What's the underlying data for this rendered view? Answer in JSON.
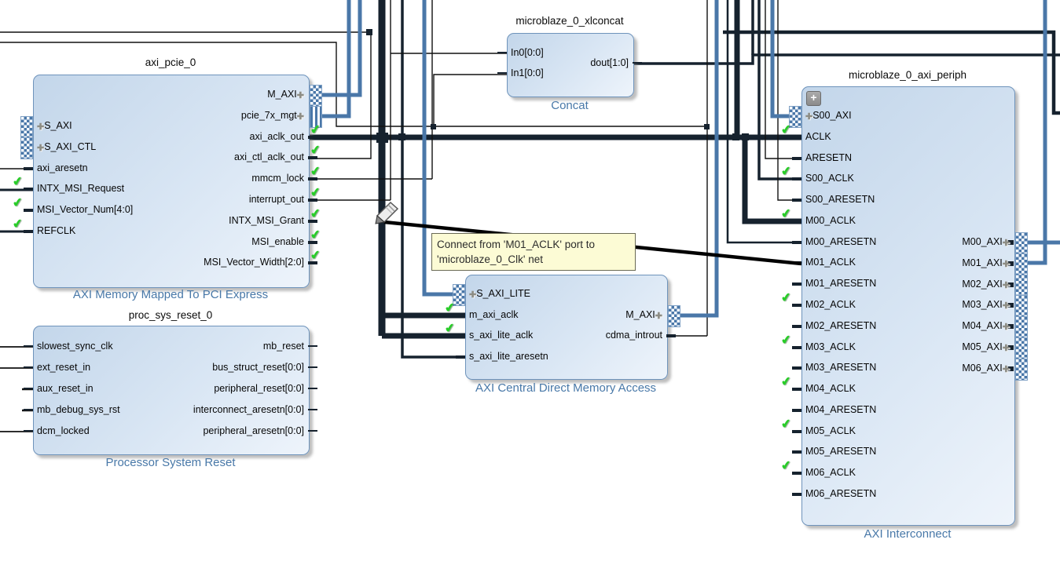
{
  "colors": {
    "block_fill_top": "#c3d6ea",
    "block_fill_bottom": "#eef4fb",
    "block_border": "#6e93bb",
    "subtitle_text": "#4878a8",
    "wire_dark": "#16222e",
    "wire_blue": "#4a77a8",
    "check_green": "#28cd28",
    "tooltip_bg": "#fcfbd5",
    "canvas_bg": "#ffffff"
  },
  "tooltip": {
    "line1": "Connect from 'M01_ACLK' port to",
    "line2": "'microblaze_0_Clk' net"
  },
  "icons": {
    "pencil_cursor": "pencil-cursor",
    "interface_plus": "plus",
    "expand_button_label": "+",
    "crossbar": "axi-crossbar"
  },
  "blocks": {
    "axi_pcie_0": {
      "title": "axi_pcie_0",
      "subtitle": "AXI Memory Mapped To PCI Express",
      "left_ports": [
        {
          "label": "S_AXI",
          "plus": true,
          "connector": "checker"
        },
        {
          "label": "S_AXI_CTL",
          "plus": true,
          "connector": "checker"
        },
        {
          "label": "axi_aresetn"
        },
        {
          "label": "INTX_MSI_Request",
          "check": true
        },
        {
          "label": "MSI_Vector_Num[4:0]",
          "check": true
        },
        {
          "label": "REFCLK",
          "check": true
        }
      ],
      "right_ports": [
        {
          "label": "M_AXI",
          "plus": true,
          "connector": "checker"
        },
        {
          "label": "pcie_7x_mgt",
          "plus": true,
          "connector": "stripes"
        },
        {
          "label": "axi_aclk_out",
          "check": true
        },
        {
          "label": "axi_ctl_aclk_out",
          "check": true
        },
        {
          "label": "mmcm_lock",
          "check": true
        },
        {
          "label": "interrupt_out",
          "check": true
        },
        {
          "label": "INTX_MSI_Grant",
          "check": true
        },
        {
          "label": "MSI_enable",
          "check": true
        },
        {
          "label": "MSI_Vector_Width[2:0]",
          "check": true
        }
      ]
    },
    "proc_sys_reset_0": {
      "title": "proc_sys_reset_0",
      "subtitle": "Processor System Reset",
      "left_ports": [
        {
          "label": "slowest_sync_clk"
        },
        {
          "label": "ext_reset_in"
        },
        {
          "label": "aux_reset_in"
        },
        {
          "label": "mb_debug_sys_rst"
        },
        {
          "label": "dcm_locked"
        }
      ],
      "right_ports": [
        {
          "label": "mb_reset"
        },
        {
          "label": "bus_struct_reset[0:0]"
        },
        {
          "label": "peripheral_reset[0:0]"
        },
        {
          "label": "interconnect_aresetn[0:0]"
        },
        {
          "label": "peripheral_aresetn[0:0]"
        }
      ]
    },
    "microblaze_0_xlconcat": {
      "title": "microblaze_0_xlconcat",
      "subtitle": "Concat",
      "left_ports": [
        {
          "label": "In0[0:0]"
        },
        {
          "label": "In1[0:0]"
        }
      ],
      "right_ports": [
        {
          "label": "dout[1:0]"
        }
      ]
    },
    "axi_cdma": {
      "title": "",
      "subtitle": "AXI Central Direct Memory Access",
      "left_ports": [
        {
          "label": "S_AXI_LITE",
          "plus": true,
          "connector": "checker"
        },
        {
          "label": "m_axi_aclk",
          "check": true
        },
        {
          "label": "s_axi_lite_aclk",
          "check": true
        },
        {
          "label": "s_axi_lite_aresetn"
        }
      ],
      "right_ports": [
        {
          "label": "M_AXI",
          "plus": true,
          "connector": "checker"
        },
        {
          "label": "cdma_introut"
        }
      ]
    },
    "microblaze_0_axi_periph": {
      "title": "microblaze_0_axi_periph",
      "subtitle": "AXI Interconnect",
      "expand_button": "+",
      "left_ports": [
        {
          "label": "S00_AXI",
          "plus": true,
          "connector": "checker"
        },
        {
          "label": "ACLK",
          "check": true
        },
        {
          "label": "ARESETN"
        },
        {
          "label": "S00_ACLK",
          "check": true
        },
        {
          "label": "S00_ARESETN"
        },
        {
          "label": "M00_ACLK",
          "check": true
        },
        {
          "label": "M00_ARESETN"
        },
        {
          "label": "M01_ACLK"
        },
        {
          "label": "M01_ARESETN"
        },
        {
          "label": "M02_ACLK",
          "check": true
        },
        {
          "label": "M02_ARESETN"
        },
        {
          "label": "M03_ACLK",
          "check": true
        },
        {
          "label": "M03_ARESETN"
        },
        {
          "label": "M04_ACLK",
          "check": true
        },
        {
          "label": "M04_ARESETN"
        },
        {
          "label": "M05_ACLK",
          "check": true
        },
        {
          "label": "M05_ARESETN"
        },
        {
          "label": "M06_ACLK",
          "check": true
        },
        {
          "label": "M06_ARESETN"
        }
      ],
      "right_ports": [
        {
          "label": "M00_AXI",
          "plus": true,
          "connector": "checker"
        },
        {
          "label": "M01_AXI",
          "plus": true,
          "connector": "checker"
        },
        {
          "label": "M02_AXI",
          "plus": true,
          "connector": "checker"
        },
        {
          "label": "M03_AXI",
          "plus": true,
          "connector": "checker"
        },
        {
          "label": "M04_AXI",
          "plus": true,
          "connector": "checker"
        },
        {
          "label": "M05_AXI",
          "plus": true,
          "connector": "checker"
        },
        {
          "label": "M06_AXI",
          "plus": true,
          "connector": "checker"
        }
      ]
    }
  }
}
